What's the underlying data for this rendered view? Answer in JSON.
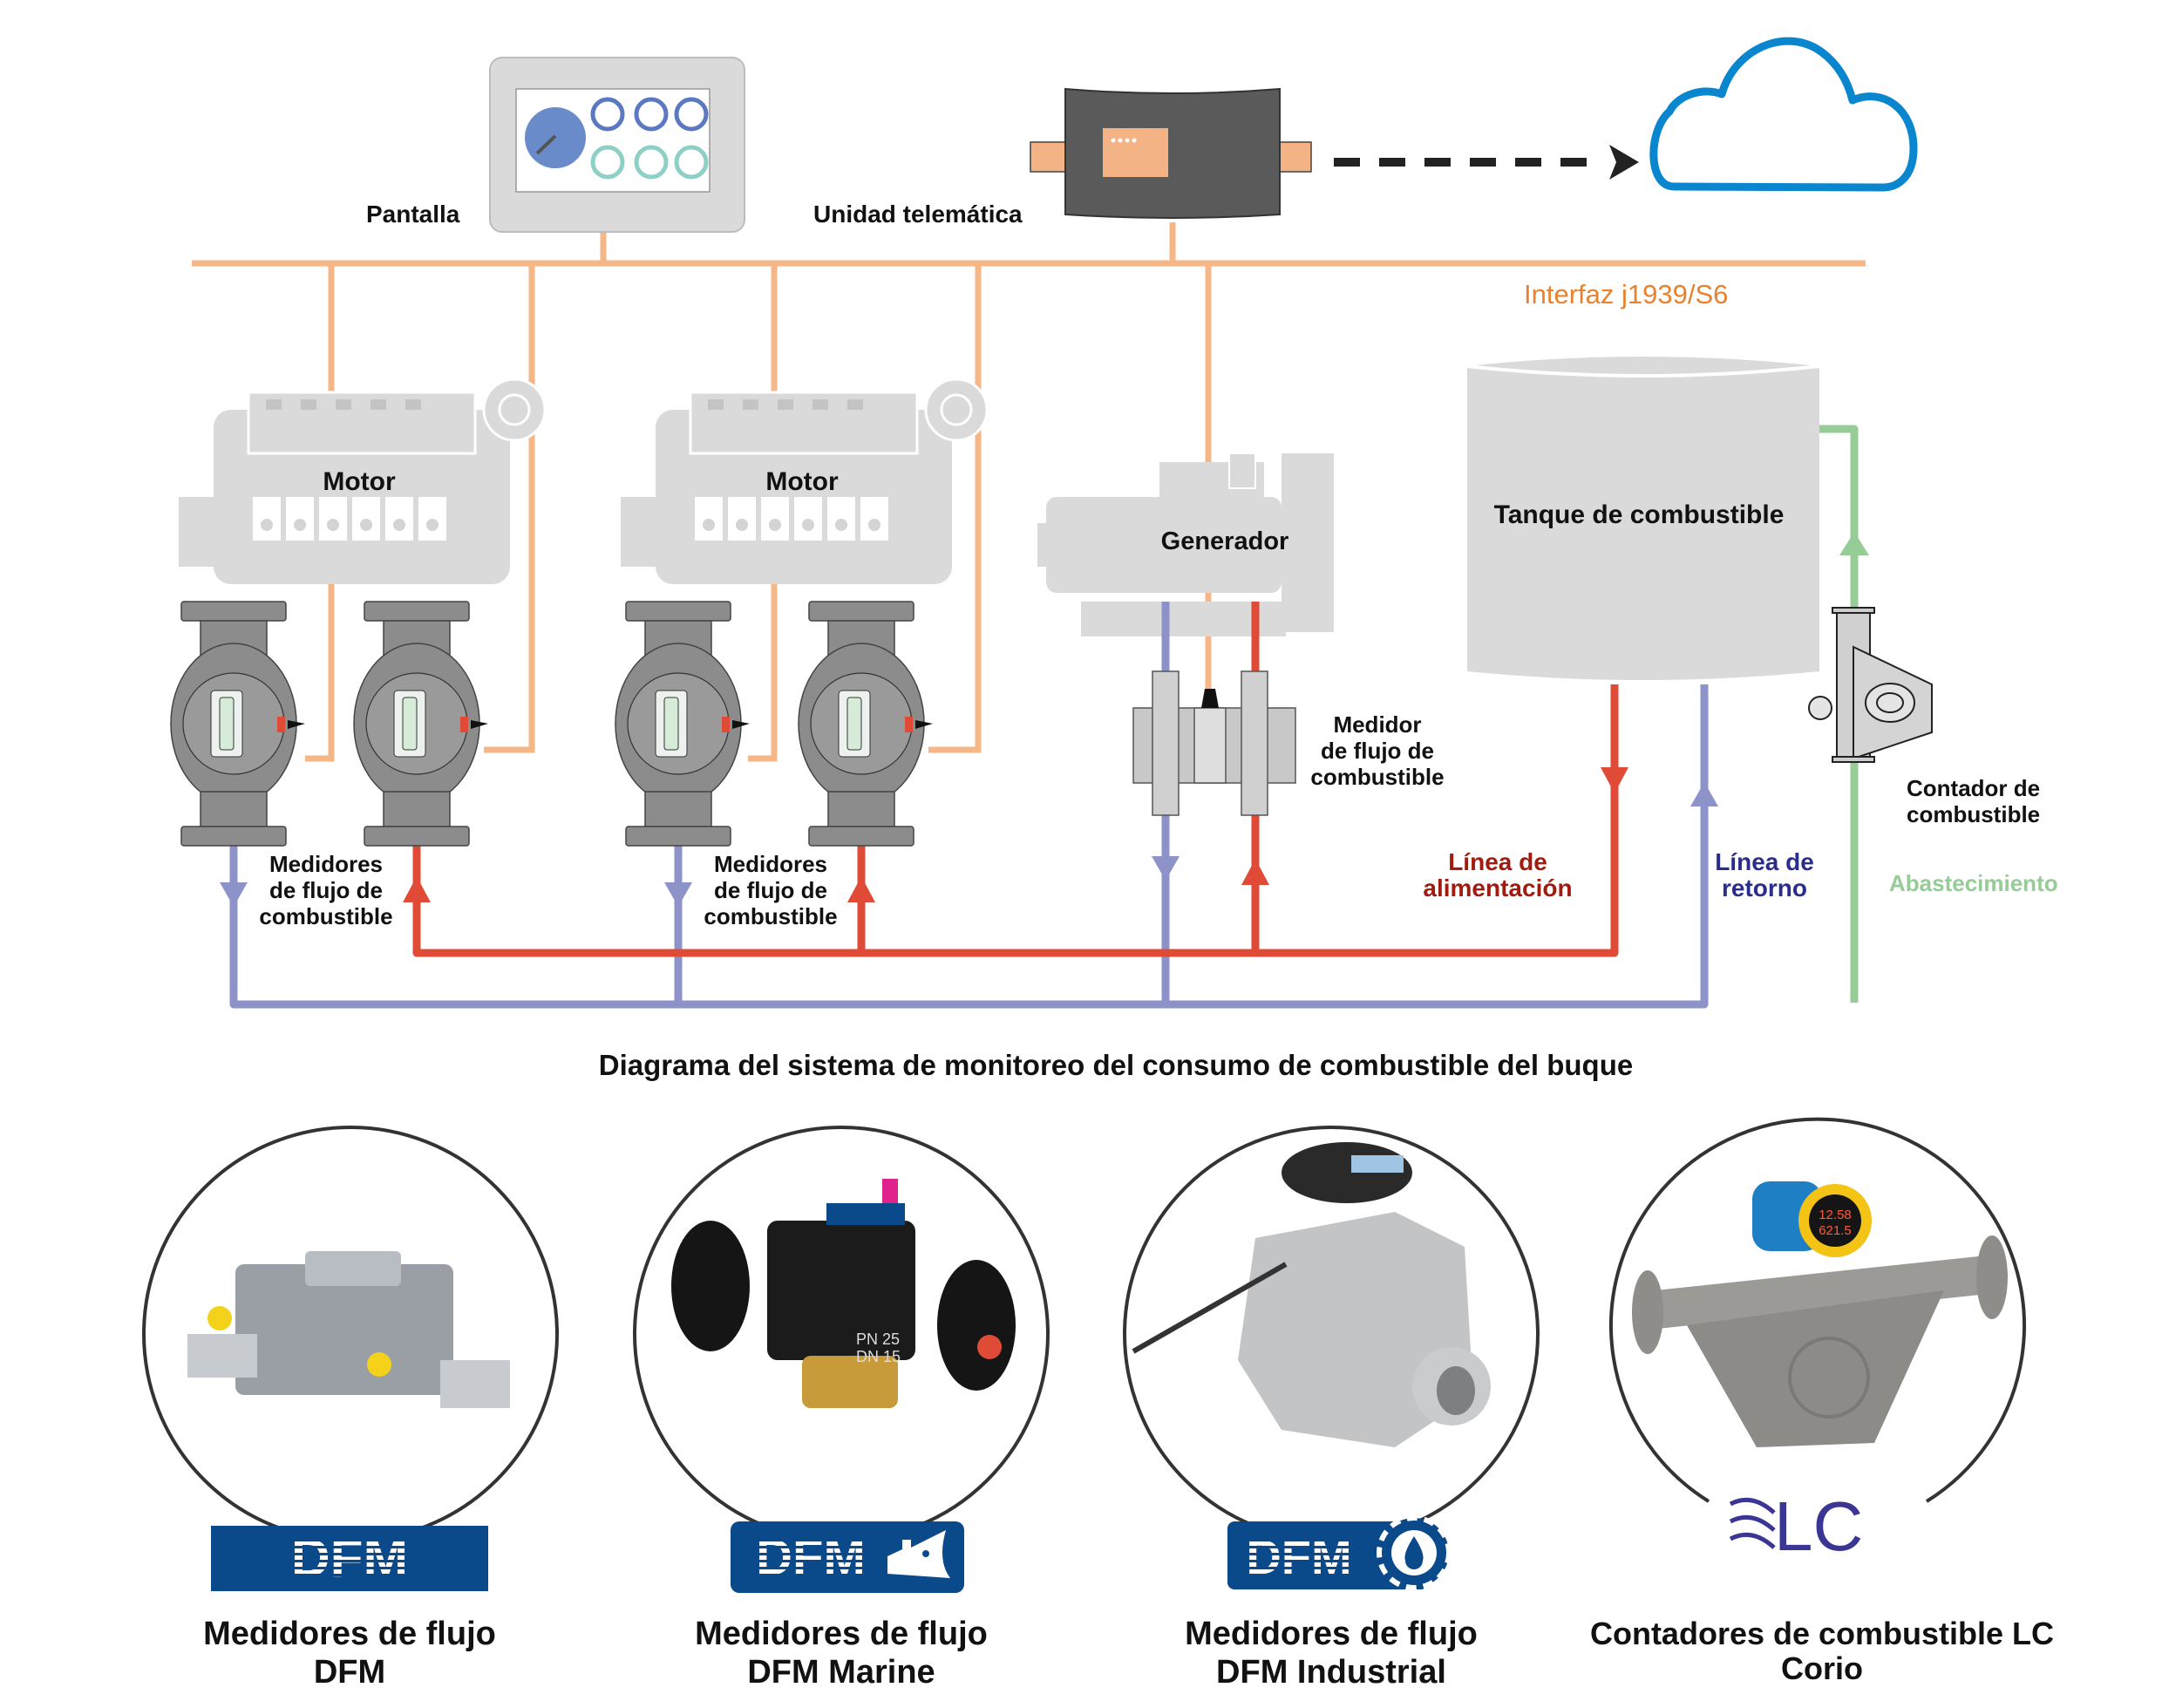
{
  "colors": {
    "bus": "#f6b686",
    "bus_label": "#e8822f",
    "feed_line": "#e04b37",
    "return_line": "#8d93c9",
    "supply_line": "#96cc96",
    "feed_label": "#a01c10",
    "return_label": "#2a2d8a",
    "supply_label": "#96cc96",
    "cloud": "#0a86cf",
    "equipment_gray": "#dadada",
    "brand_blue": "#0b4a8a",
    "lc_purple": "#3b3594"
  },
  "top": {
    "display_label": "Pantalla",
    "telematics_label": "Unidad telemática",
    "bus_label": "Interfaz j1939/S6",
    "cloud_icon": "cloud-icon",
    "arrow_icon": "dashed-arrow-right-icon"
  },
  "equipment": {
    "engine1_label": "Motor",
    "engine2_label": "Motor",
    "generator_label": "Generador",
    "tank_label": "Tanque de combustible"
  },
  "meters": {
    "group1_label": [
      "Medidores",
      "de flujo de",
      "combustible"
    ],
    "group2_label": [
      "Medidores",
      "de flujo de",
      "combustible"
    ],
    "generator_meter_label": [
      "Medidor",
      "de flujo de",
      "combustible"
    ],
    "counter_label": [
      "Contador de",
      "combustible"
    ]
  },
  "lines": {
    "feed_label": [
      "Línea de",
      "alimentación"
    ],
    "return_label": [
      "Línea de",
      "retorno"
    ],
    "supply_label": "Abastecimiento"
  },
  "caption": "Diagrama del sistema de monitoreo del consumo de combustible del buque",
  "products": [
    {
      "logo_text": "DFM",
      "logo_icon": "none",
      "title_line1": "Medidores de flujo",
      "title_line2": "DFM"
    },
    {
      "logo_text": "DFM",
      "logo_icon": "ship-icon",
      "title_line1": "Medidores de flujo",
      "title_line2": "DFM Marine",
      "device_text": [
        "PN 25",
        "DN 15"
      ]
    },
    {
      "logo_text": "DFM",
      "logo_icon": "gear-drop-icon",
      "title_line1": "Medidores de flujo",
      "title_line2": "DFM Industrial"
    },
    {
      "logo_text": "LC",
      "logo_icon": "waves-icon",
      "title_line1": "Contadores de combustible LC",
      "title_line2": "Corio",
      "display_values": [
        "12.58",
        "621.5"
      ]
    }
  ]
}
